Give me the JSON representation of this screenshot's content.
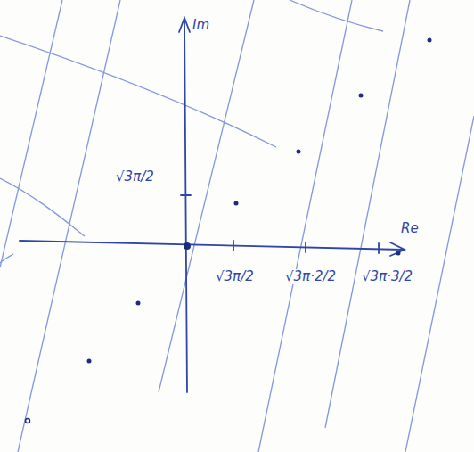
{
  "diagram": {
    "labels": [
      "Im",
      "Re",
      "√3π/2",
      "√3π/2",
      "√3π·2/2",
      "√3π·3/2"
    ]
  }
}
